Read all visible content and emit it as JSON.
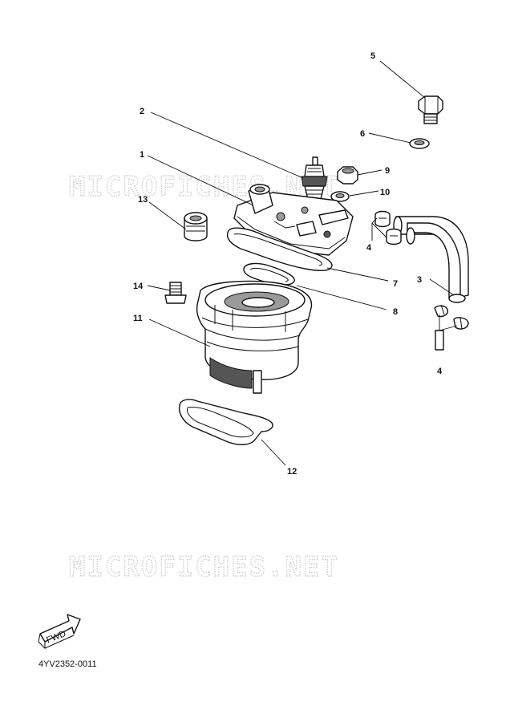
{
  "watermark": {
    "text": "MICROFICHES.NET"
  },
  "fwd_label": "FWD",
  "diagram_code": "4YV2352-0011",
  "callouts": {
    "c1": "1",
    "c2": "2",
    "c3": "3",
    "c4a": "4",
    "c4b": "4",
    "c5": "5",
    "c6": "6",
    "c7": "7",
    "c8": "8",
    "c9": "9",
    "c10": "10",
    "c11": "11",
    "c12": "12",
    "c13": "13",
    "c14": "14"
  }
}
